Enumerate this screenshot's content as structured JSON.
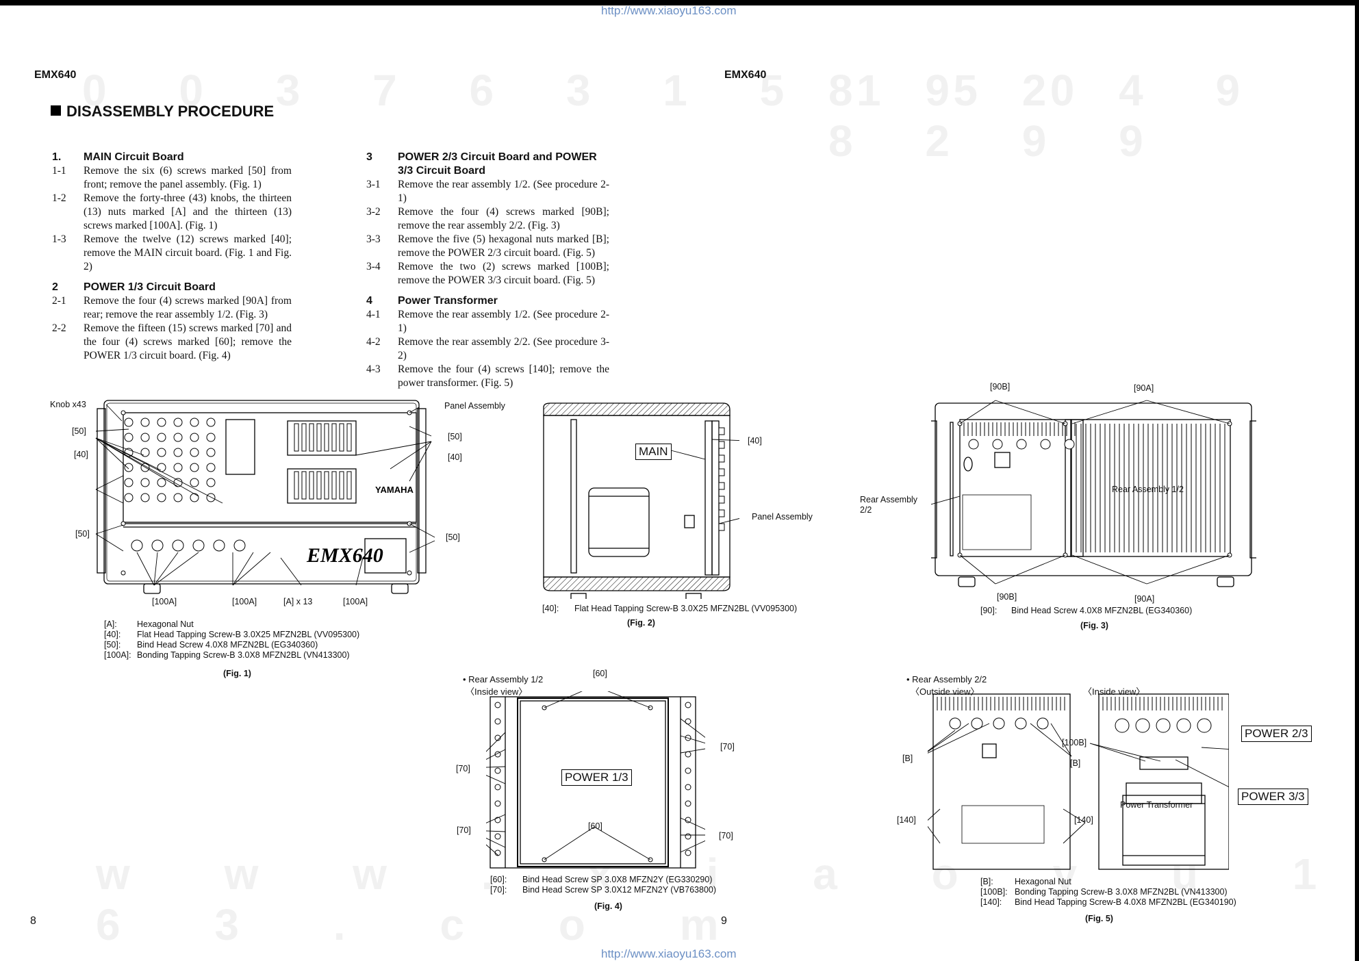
{
  "urls": {
    "top": "http://www.xiaoyu163.com",
    "bottom": "http://www.xiaoyu163.com"
  },
  "model": {
    "left": "EMX640",
    "right": "EMX640"
  },
  "heading": "DISASSEMBLY PROCEDURE",
  "watermarks": {
    "left_digits": "0 0 3 7 6 3 1 5 1 5 0",
    "right_digits": "8 9 2 4 9 8 2 9 9",
    "www": "w w w . x i a o y u 1 6 3 . c o m"
  },
  "sections_left": [
    {
      "num": "1.",
      "title": "MAIN Circuit Board",
      "steps": [
        {
          "num": "1-1",
          "text": "Remove the six (6) screws marked [50] from front; remove the panel assembly. (Fig. 1)"
        },
        {
          "num": "1-2",
          "text": "Remove the forty-three (43) knobs, the thirteen (13) nuts marked [A] and the thirteen (13) screws marked [100A]. (Fig. 1)"
        },
        {
          "num": "1-3",
          "text": "Remove the twelve (12) screws marked [40]; remove the MAIN circuit board. (Fig. 1 and Fig. 2)"
        }
      ]
    },
    {
      "num": "2",
      "title": "POWER 1/3 Circuit Board",
      "steps": [
        {
          "num": "2-1",
          "text": "Remove the four (4) screws marked [90A] from rear; remove the rear assembly 1/2. (Fig. 3)"
        },
        {
          "num": "2-2",
          "text": "Remove the fifteen (15) screws marked [70] and the four (4) screws marked [60]; remove the POWER 1/3 circuit board. (Fig. 4)"
        }
      ]
    }
  ],
  "sections_right": [
    {
      "num": "3",
      "title": "POWER 2/3 Circuit Board and POWER 3/3 Circuit Board",
      "steps": [
        {
          "num": "3-1",
          "text": "Remove the rear assembly 1/2. (See procedure 2-1)"
        },
        {
          "num": "3-2",
          "text": "Remove the four (4) screws marked [90B]; remove the rear assembly 2/2. (Fig. 3)"
        },
        {
          "num": "3-3",
          "text": "Remove the five (5) hexagonal nuts marked [B]; remove the POWER 2/3 circuit board. (Fig. 5)"
        },
        {
          "num": "3-4",
          "text": "Remove the two (2) screws marked [100B]; remove the POWER 3/3 circuit board. (Fig. 5)"
        }
      ]
    },
    {
      "num": "4",
      "title": "Power Transformer",
      "steps": [
        {
          "num": "4-1",
          "text": "Remove the rear assembly 1/2. (See procedure 2-1)"
        },
        {
          "num": "4-2",
          "text": "Remove the rear assembly 2/2. (See procedure 3-2)"
        },
        {
          "num": "4-3",
          "text": "Remove the four (4) screws [140]; remove the power transformer. (Fig. 5)"
        }
      ]
    }
  ],
  "fig1": {
    "label": "(Fig. 1)",
    "callouts": {
      "knob": "Knob x43",
      "panel": "Panel Assembly",
      "s50": "[50]",
      "s40": "[40]",
      "s100a": "[100A]",
      "a13": "[A] x 13",
      "brand": "YAMAHA",
      "logo": "EMX640"
    },
    "legend": [
      {
        "key": "[A]:",
        "text": "Hexagonal Nut"
      },
      {
        "key": "[40]:",
        "text": "Flat Head Tapping Screw-B 3.0X25 MFZN2BL (VV095300)"
      },
      {
        "key": "[50]:",
        "text": "Bind Head Screw 4.0X8 MFZN2BL (EG340360)"
      },
      {
        "key": "[100A]:",
        "text": "Bonding Tapping Screw-B 3.0X8 MFZN2BL (VN413300)"
      }
    ]
  },
  "fig2": {
    "label": "(Fig. 2)",
    "callouts": {
      "main": "MAIN",
      "s40": "[40]",
      "panel": "Panel Assembly"
    },
    "legend": [
      {
        "key": "[40]:",
        "text": "Flat Head Tapping Screw-B 3.0X25 MFZN2BL (VV095300)"
      }
    ]
  },
  "fig3": {
    "label": "(Fig. 3)",
    "callouts": {
      "s90b": "[90B]",
      "s90a": "[90A]",
      "rear12": "Rear Assembly 1/2",
      "rear22": "Rear Assembly 2/2"
    },
    "legend": [
      {
        "key": "[90]:",
        "text": "Bind Head Screw 4.0X8 MFZN2BL (EG340360)"
      }
    ]
  },
  "fig4": {
    "label": "(Fig. 4)",
    "title": "• Rear Assembly 1/2",
    "subtitle": "〈Inside view〉",
    "callouts": {
      "s60": "[60]",
      "s70": "[70]",
      "board": "POWER 1/3"
    },
    "legend": [
      {
        "key": "[60]:",
        "text": "Bind Head Screw SP 3.0X8 MFZN2Y (EG330290)"
      },
      {
        "key": "[70]:",
        "text": "Bind Head Screw SP 3.0X12 MFZN2Y (VB763800)"
      }
    ]
  },
  "fig5": {
    "label": "(Fig. 5)",
    "title": "• Rear Assembly 2/2",
    "subtitle_out": "〈Outside view〉",
    "subtitle_in": "〈Inside view〉",
    "callouts": {
      "b": "[B]",
      "s100b": "[100B]",
      "s140": "[140]",
      "p23": "POWER 2/3",
      "p33": "POWER 3/3",
      "xfmr": "Power Transformer"
    },
    "legend": [
      {
        "key": "[B]:",
        "text": "Hexagonal Nut"
      },
      {
        "key": "[100B]:",
        "text": "Bonding Tapping Screw-B 3.0X8 MFZN2BL (VN413300)"
      },
      {
        "key": "[140]:",
        "text": "Bind Head Tapping Screw-B 4.0X8 MFZN2BL (EG340190)"
      }
    ]
  },
  "page_numbers": {
    "left": "8",
    "right": "9"
  }
}
